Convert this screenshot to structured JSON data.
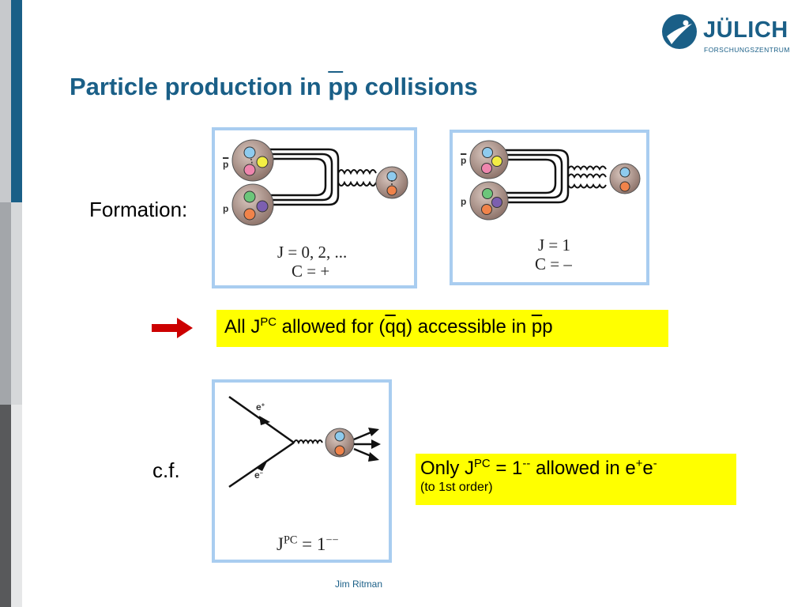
{
  "logo": {
    "word": "JÜLICH",
    "subtitle": "FORSCHUNGSZENTRUM"
  },
  "title": {
    "before": "Particle production in ",
    "pbar": "p",
    "after": "p collisions"
  },
  "formation_label": "Formation:",
  "cf_label": "c.f.",
  "panel1": {
    "label_top": "p",
    "label_bottom": "p",
    "line1": "J = 0, 2, ...",
    "line2": "C = +"
  },
  "panel2": {
    "label_top": "p",
    "label_bottom": "p",
    "line1": "J = 1",
    "line2": "C = –"
  },
  "panel3": {
    "eplus": "e",
    "eplus_sup": "+",
    "eminus": "e",
    "eminus_sup": "–",
    "jpc_base": "J",
    "jpc_sup": "PC",
    "jpc_eq": " = 1",
    "jpc_eq_sup": "−−"
  },
  "highlight1": {
    "a": "All J",
    "sup": "PC",
    "b": " allowed for (",
    "qbar": "q",
    "c": "q) accessible in ",
    "pbar": "p",
    "d": "p"
  },
  "highlight2": {
    "a": "Only J",
    "sup1": "PC",
    "b": " = 1",
    "sup2": "--",
    "c": " allowed in e",
    "sup3": "+",
    "d": "e",
    "sup4": "-",
    "line2": "(to 1st order)"
  },
  "footer": "Jim Ritman",
  "colors": {
    "brand": "#1a5f87",
    "highlight": "#ffff00",
    "panel_border": "#a9cdf0",
    "arrow": "#cc0000"
  }
}
